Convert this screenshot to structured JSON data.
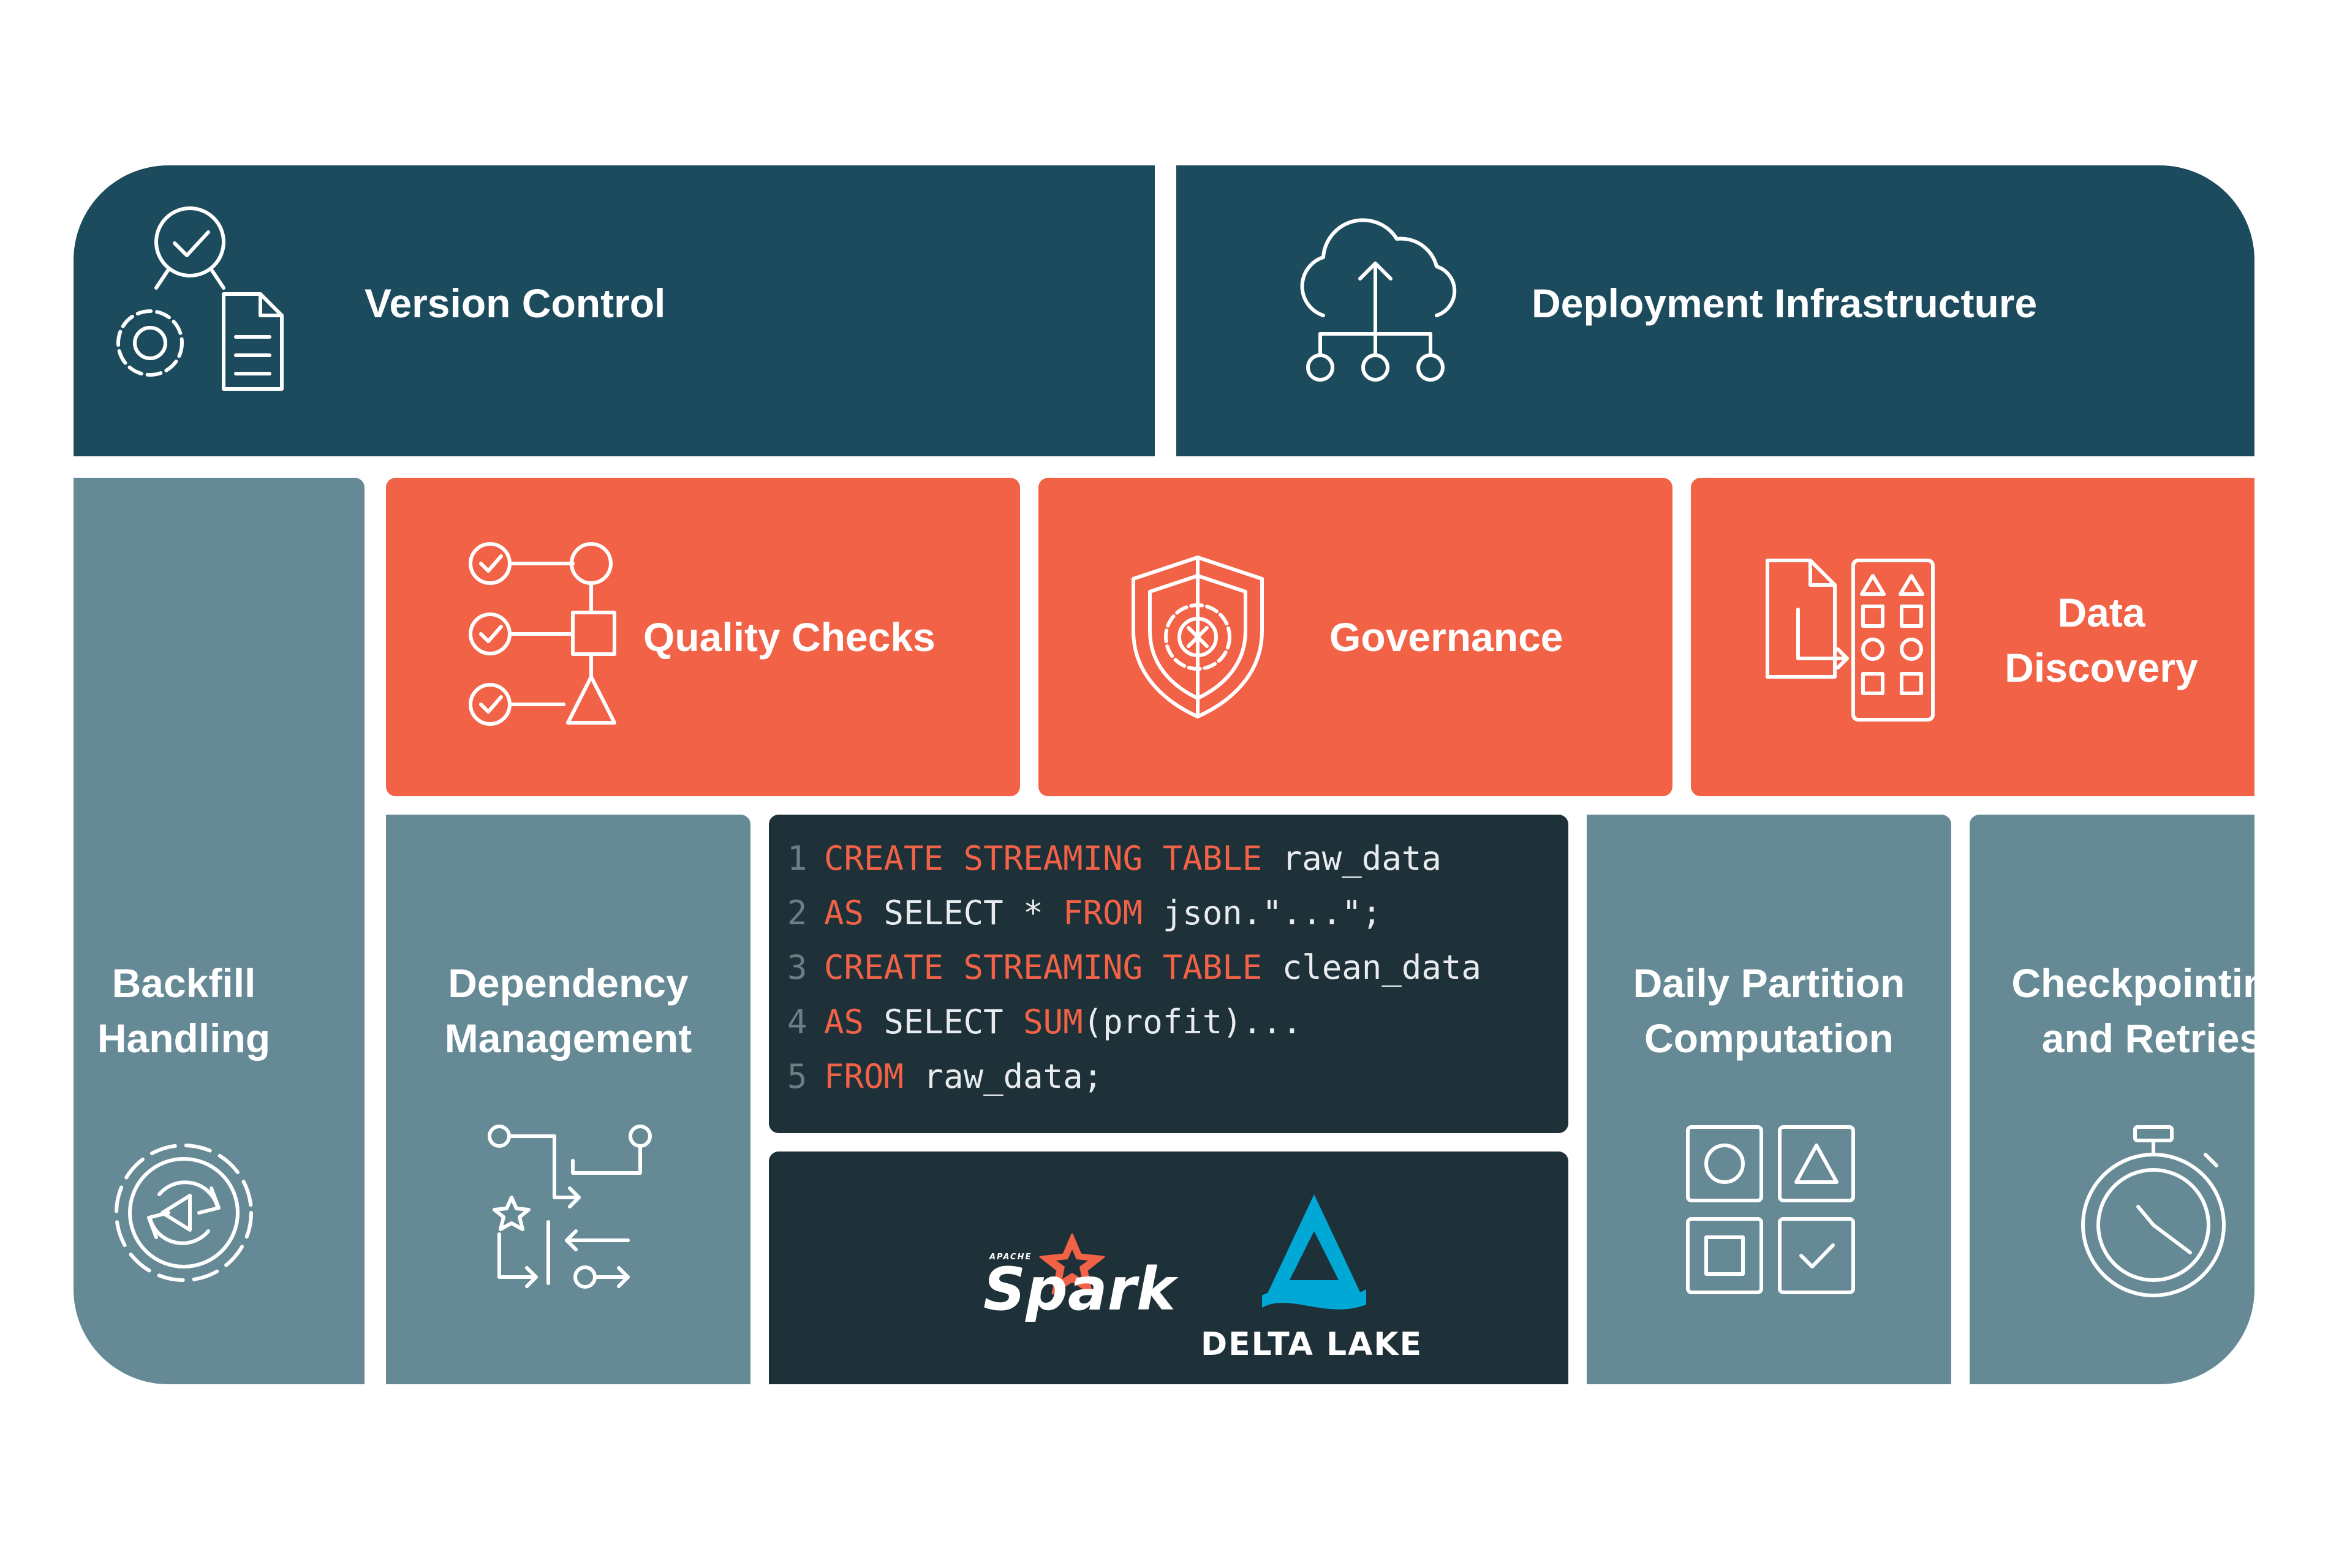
{
  "tiles": {
    "version_control": "Version Control",
    "deployment_infrastructure": "Deployment Infrastructure",
    "quality_checks": "Quality Checks",
    "governance": "Governance",
    "data_discovery": {
      "line1": "Data",
      "line2": "Discovery"
    },
    "backfill": {
      "line1": "Backfill",
      "line2": "Handling"
    },
    "dependency": {
      "line1": "Dependency",
      "line2": "Management"
    },
    "daily_partition": {
      "line1": "Daily Partition",
      "line2": "Computation"
    },
    "checkpointing": {
      "line1": "Checkpointing",
      "line2": "and Retries"
    }
  },
  "code": {
    "lines": [
      {
        "num": "1",
        "kw1": "CREATE STREAMING TABLE",
        "mid": " raw_data",
        "kw2": "",
        "rest": ""
      },
      {
        "num": "2",
        "kw1": "AS",
        "mid": " SELECT * ",
        "kw2": "FROM",
        "rest": " json.\"...\";"
      },
      {
        "num": "3",
        "kw1": "CREATE STREAMING TABLE",
        "mid": " clean_data",
        "kw2": "",
        "rest": ""
      },
      {
        "num": "4",
        "kw1": "AS",
        "mid": " SELECT ",
        "kw2": "SUM",
        "rest": "(profit)..."
      },
      {
        "num": "5",
        "kw1": "FROM",
        "mid": " raw_data;",
        "kw2": "",
        "rest": ""
      }
    ]
  },
  "logos": {
    "apache": "APACHE",
    "spark": "Spark",
    "delta_lake": "DELTA LAKE"
  },
  "colors": {
    "dark_teal": "#1c4b5e",
    "coral": "#f26247",
    "slate": "#658a96",
    "code_bg": "#1e3038",
    "delta_blue": "#00a8d6"
  },
  "icons": {
    "version_control": "search-check-gear-document-icon",
    "deployment_infrastructure": "cloud-upload-network-icon",
    "quality_checks": "checklist-shapes-icon",
    "governance": "shield-gear-icon",
    "data_discovery": "document-shapes-grid-icon",
    "backfill": "gear-refresh-icon",
    "dependency": "flow-arrows-icon",
    "daily_partition": "shape-grid-icon",
    "checkpointing": "stopwatch-icon"
  }
}
